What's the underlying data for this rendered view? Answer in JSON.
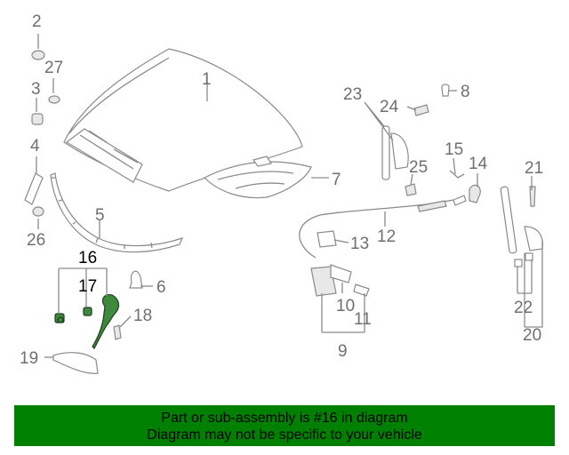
{
  "diagram": {
    "callouts": {
      "c1": "1",
      "c2": "2",
      "c3": "3",
      "c4": "4",
      "c5": "5",
      "c6": "6",
      "c7": "7",
      "c8": "8",
      "c9": "9",
      "c10": "10",
      "c11": "11",
      "c12": "12",
      "c13": "13",
      "c14": "14",
      "c15": "15",
      "c16": "16",
      "c17": "17",
      "c18": "18",
      "c19": "19",
      "c20": "20",
      "c21": "21",
      "c22": "22",
      "c23": "23",
      "c24": "24",
      "c25": "25",
      "c26": "26",
      "c27": "27"
    },
    "highlight_part": "16",
    "colors": {
      "highlight": "#3d8a3d",
      "banner": "#008000",
      "lines": "#8a8a8a"
    }
  },
  "banner": {
    "line1": "Part or sub-assembly is #16 in diagram",
    "line2": "Diagram may not be specific to your vehicle"
  }
}
